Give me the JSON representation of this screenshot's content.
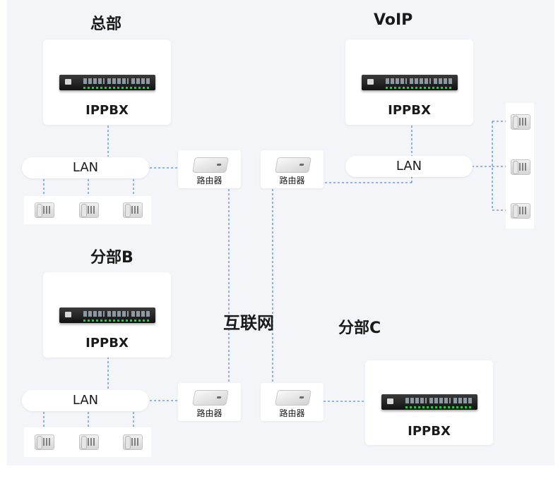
{
  "nodes": {
    "hq": {
      "title": "总部",
      "pbx_label": "IPPBX",
      "lan_label": "LAN",
      "router_label": "路由器"
    },
    "voip": {
      "title": "VoIP",
      "pbx_label": "IPPBX",
      "lan_label": "LAN",
      "router_label": "路由器"
    },
    "branch_b": {
      "title": "分部B",
      "pbx_label": "IPPBX",
      "lan_label": "LAN",
      "router_label": "路由器"
    },
    "branch_c": {
      "title": "分部C",
      "pbx_label": "IPPBX",
      "router_label": "路由器"
    },
    "internet": {
      "label": "互联网"
    }
  },
  "icons": {
    "pbx": "ippbx-device-icon",
    "router": "router-icon",
    "phone": "desk-phone-icon"
  },
  "colors": {
    "background": "#f3f5f9",
    "connector": "#5b8fd6",
    "led": "#2fc54c"
  }
}
